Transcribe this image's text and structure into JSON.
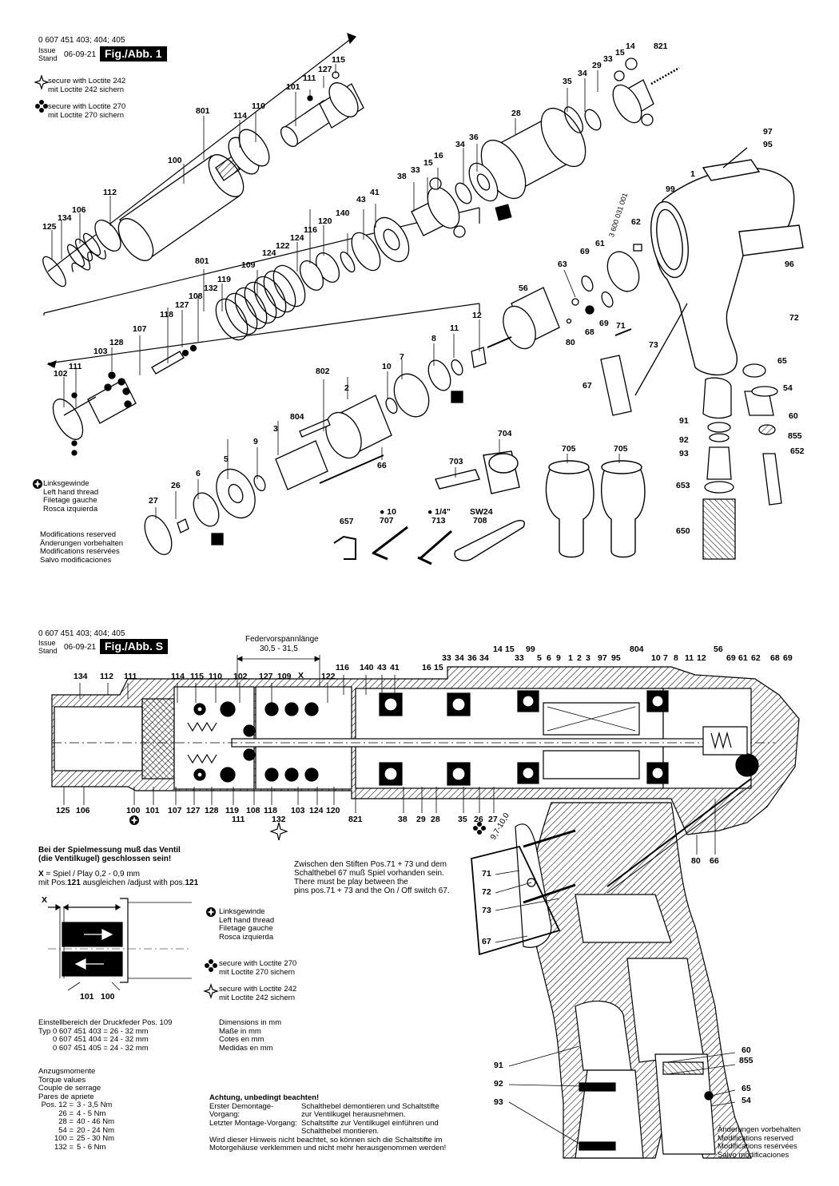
{
  "header1": {
    "part_numbers": "0 607 451 403; 404; 405",
    "issue_label": "Issue",
    "stand_label": "Stand",
    "date": "06-09-21",
    "fig_badge": "Fig./Abb. 1"
  },
  "legend1": {
    "loctite242_en": "secure with Loctite 242",
    "loctite242_de": "mit Loctite 242 sichern",
    "loctite270_en": "secure with Loctite 270",
    "loctite270_de": "mit Loctite 270 sichern"
  },
  "thread_note": {
    "de": "Linksgewinde",
    "en": "Left hand thread",
    "fr": "Filetage gauche",
    "es": "Rosca izquierda"
  },
  "modifications": {
    "l1": "Modifications reserved",
    "l2": "Änderungen vorbehalten",
    "l3": "Modifications resérvées",
    "l4": "Salvo modificaciones"
  },
  "modifications2": {
    "l1": "Änderungen vorbehalten",
    "l2": "Modifications reserved",
    "l3": "Modifications resérvées",
    "l4": "Salvo modificaciones"
  },
  "exploded_labels": [
    "115",
    "127",
    "111",
    "101",
    "110",
    "114",
    "801",
    "100",
    "112",
    "106",
    "134",
    "125",
    "14",
    "15",
    "33",
    "29",
    "821",
    "34",
    "35",
    "28",
    "36",
    "34",
    "16",
    "15",
    "33",
    "38",
    "43",
    "41",
    "140",
    "120",
    "116",
    "124",
    "122",
    "124",
    "109",
    "801",
    "132",
    "119",
    "108",
    "127",
    "118",
    "107",
    "128",
    "103",
    "111",
    "102",
    "802",
    "10",
    "7",
    "8",
    "11",
    "12",
    "2",
    "804",
    "3",
    "9",
    "5",
    "6",
    "26",
    "27",
    "66",
    "56",
    "63",
    "69",
    "61",
    "62",
    "68",
    "69",
    "80",
    "71",
    "73",
    "67",
    "65",
    "54",
    "60",
    "855",
    "652",
    "91",
    "92",
    "93",
    "653",
    "650",
    "1",
    "99",
    "97",
    "95",
    "96",
    "72",
    "704",
    "703",
    "705",
    "705",
    "3 600 031 001"
  ],
  "tools": {
    "t707_size": "10",
    "t707": "707",
    "t713_size": "1/4\"",
    "t713": "713",
    "t708_size": "SW24",
    "t708": "708",
    "t657": "657"
  },
  "header2": {
    "part_numbers": "0 607 451 403; 404; 405",
    "issue_label": "Issue",
    "stand_label": "Stand",
    "date": "06-09-21",
    "fig_badge": "Fig./Abb. S"
  },
  "section": {
    "spring_title": "Federvorspannlänge",
    "spring_range": "30,5 - 31,5",
    "x_label": "X",
    "top_labels": [
      "134",
      "112",
      "111",
      "114",
      "115",
      "110",
      "102",
      "127",
      "109",
      "116",
      "140",
      "43",
      "41",
      "16",
      "15",
      "33",
      "34",
      "36",
      "34",
      "14",
      "15",
      "99",
      "33",
      "5",
      "6",
      "9",
      "1",
      "2",
      "3",
      "97",
      "95",
      "804",
      "10",
      "7",
      "8",
      "11",
      "12",
      "56",
      "69",
      "61",
      "62",
      "68",
      "69",
      "122"
    ],
    "bottom_labels": [
      "125",
      "106",
      "100",
      "101",
      "107",
      "127",
      "128",
      "119",
      "108",
      "118",
      "103",
      "124",
      "120",
      "111",
      "132",
      "821",
      "38",
      "29",
      "28",
      "35",
      "26",
      "27",
      "80",
      "66"
    ],
    "angle_label": "9,7-10,0"
  },
  "play_note": {
    "warn1": "Bei der Spielmessung muß das Ventil",
    "warn2": "(die Ventilkugel) geschlossen sein!",
    "x_def": "= Spiel / Play 0,2 - 0,9 mm",
    "x_key": "X",
    "adj_prefix": "mit Pos.",
    "adj_pos1": "121",
    "adj_mid": " ausgleichen /adjust with pos.",
    "adj_pos2": "121"
  },
  "switch_note": {
    "l1": "Zwischen den Stiften Pos.71 + 73 und dem",
    "l2": "Schalthebel 67 muß Spiel vorhanden sein.",
    "l3": "There must be play between the",
    "l4": "pins pos.71 + 73 and the On / Off switch 67."
  },
  "switch_labels": [
    "71",
    "72",
    "73",
    "67",
    "91",
    "92",
    "93",
    "60",
    "855",
    "65",
    "54"
  ],
  "detail_labels": {
    "x": "X",
    "a": "101",
    "b": "100"
  },
  "legend2": {
    "lt_de": "Linksgewinde",
    "lt_en": "Left hand thread",
    "lt_fr": "Filetage gauche",
    "lt_es": "Rosca izquierda",
    "l270_en": "secure with Loctite 270",
    "l270_de": "mit Loctite 270 sichern",
    "l242_en": "secure with Loctite 242",
    "l242_de": "mit Loctite 242 sichern",
    "dim1": "Dimensions in mm",
    "dim2": "Maße in mm",
    "dim3": "Cotes en mm",
    "dim4": "Medidas en mm"
  },
  "spring_range_note": {
    "title": "Einstellbereich der Druckfeder Pos. 109",
    "r1": "Typ 0 607 451 403 = 26 - 32 mm",
    "r2": "0 607 451 404 = 24 - 32 mm",
    "r3": "0 607 451 405 = 24 - 32 mm"
  },
  "torque": {
    "h1": "Anzugsmomente",
    "h2": "Torque values",
    "h3": "Couple de serrage",
    "h4": "Pares de apriete",
    "rows": [
      {
        "pos": "Pos. 12 =",
        "val": "3 - 3,5 Nm"
      },
      {
        "pos": "26 =",
        "val": "4 -    5 Nm"
      },
      {
        "pos": "28 =",
        "val": "40 - 46 Nm"
      },
      {
        "pos": "54 =",
        "val": "20 - 24 Nm"
      },
      {
        "pos": "100 =",
        "val": "25 - 30 Nm"
      },
      {
        "pos": "132 =",
        "val": "5 -    6 Nm"
      }
    ]
  },
  "attention": {
    "title": "Achtung, unbedingt beachten!",
    "k1": "Erster Demontage-Vorgang:",
    "v1a": "Schalthebel demontieren und Schaltstifte",
    "v1b": "zur Ventilkugel herausnehmen.",
    "k2": "Letzter Montage-Vorgang:",
    "v2a": "Schaltstifte zur Ventilkugel einführen und",
    "v2b": "Schalthebel montieren.",
    "l3": "Wird dieser Hinweis nicht beachtet, so können sich die Schaltstifte im",
    "l4": "Motorgehäuse verklemmen und nicht mehr herausgenommen werden!"
  },
  "colors": {
    "ink": "#000000",
    "paper": "#ffffff",
    "hatch": "#000000"
  }
}
